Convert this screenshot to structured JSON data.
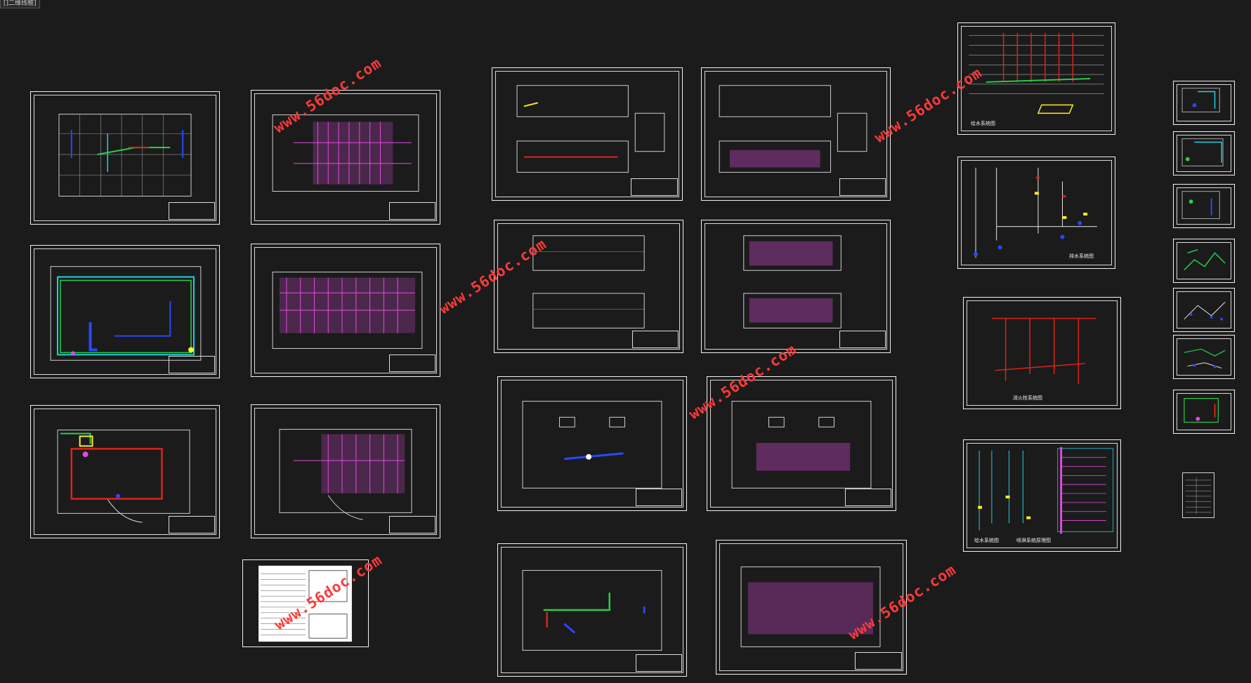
{
  "window": {
    "tab_label": "[]二维线框]"
  },
  "watermark": {
    "text": "www.56doc.com"
  },
  "colors": {
    "background": "#1b1b1b",
    "frame": "#f0f0f0",
    "watermark": "#ff3a3a",
    "pipe_magenta": "#e04ce0",
    "pipe_green": "#27d14a",
    "pipe_blue": "#2a48ff",
    "pipe_red": "#e0221c",
    "pipe_cyan": "#1fd4e0",
    "pipe_yellow": "#ffee22"
  },
  "sheets": {
    "drainage_system": "给水系统图",
    "sewage_system": "排水系统图",
    "fire_system": "消火栓系统图",
    "spray_system_a": "给水系统图",
    "spray_system_b": "喷淋系统原理图"
  }
}
